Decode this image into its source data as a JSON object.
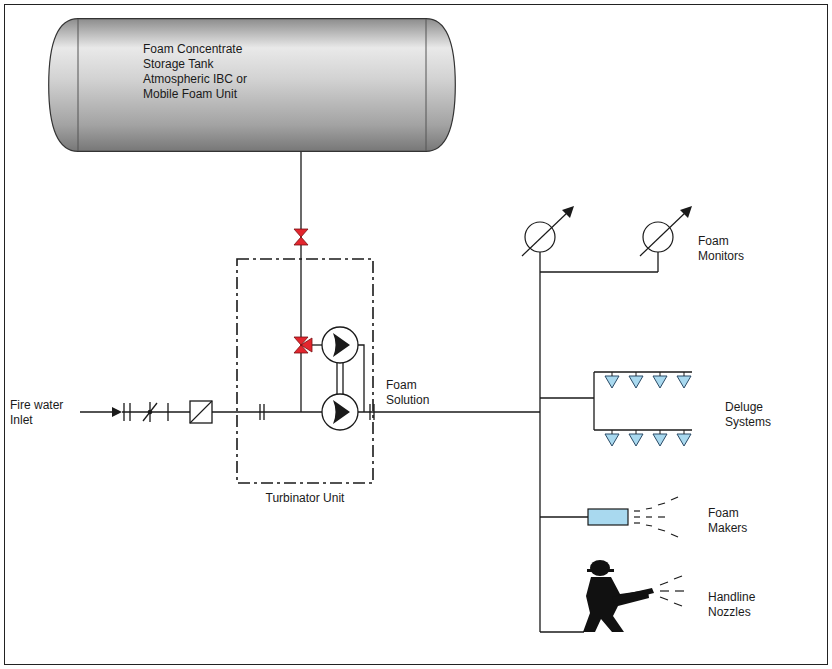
{
  "diagram": {
    "nodes": [
      {
        "text": [
          "Foam Concentrate Storage Tank Atmospheric IBC or Mobile Foam Unit"
        ]
      },
      {
        "text": [
          "Turbinator Unit"
        ]
      }
    ],
    "edges": [
      {
        "from": 0,
        "to": 1,
        "arrow": "none"
      }
    ],
    "labels": [
      "Fire water Inlet",
      "Foam Solution",
      "Foam Monitors",
      "Deluge Systems",
      "Foam Makers",
      "Handline Nozzles"
    ]
  }
}
